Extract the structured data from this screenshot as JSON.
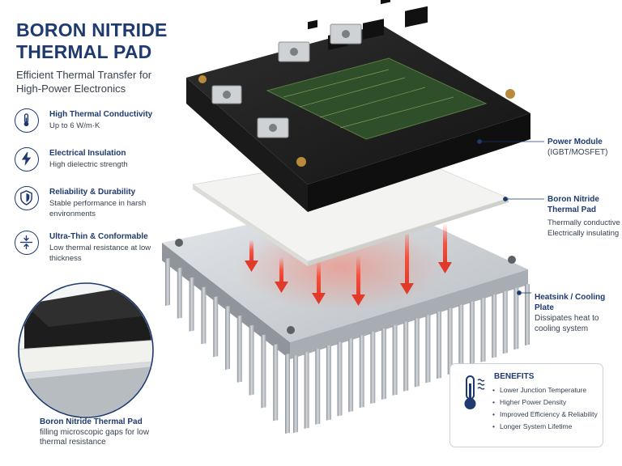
{
  "header": {
    "title": "BORON NITRIDE THERMAL PAD",
    "subtitle": "Efficient Thermal Transfer for High-Power Electronics"
  },
  "features": [
    {
      "icon": "thermometer-icon",
      "title": "High Thermal Conductivity",
      "desc": "Up to 6 W/m·K"
    },
    {
      "icon": "lightning-icon",
      "title": "Electrical Insulation",
      "desc": "High dielectric strength"
    },
    {
      "icon": "shield-icon",
      "title": "Reliability & Durability",
      "desc": "Stable performance in harsh environments"
    },
    {
      "icon": "compress-arrows-icon",
      "title": "Ultra-Thin & Conformable",
      "desc": "Low thermal resistance at low thickness"
    }
  ],
  "callouts": {
    "module": {
      "title": "Power Module",
      "desc": "(IGBT/MOSFET)"
    },
    "pad": {
      "title": "Boron Nitride Thermal Pad",
      "desc": "Thermally conductive Electrically insulating"
    },
    "heatsink": {
      "title": "Heatsink / Cooling Plate",
      "desc": "Dissipates heat to cooling system"
    }
  },
  "zoom": {
    "title": "Boron Nitride Thermal Pad",
    "desc": "filling microscopic gaps for low thermal resistance"
  },
  "benefits": {
    "title": "BENEFITS",
    "icon": "thermometer-heat-icon",
    "items": [
      "Lower Junction Temperature",
      "Higher Power Density",
      "Improved Efficiency & Reliability",
      "Longer System Lifetime"
    ]
  },
  "colors": {
    "accent": "#1e3a6e",
    "heat": "#e23a2a",
    "pad": "#f2f2f0",
    "module": "#1c1c1c",
    "heatsink": "#c9cdd2"
  }
}
